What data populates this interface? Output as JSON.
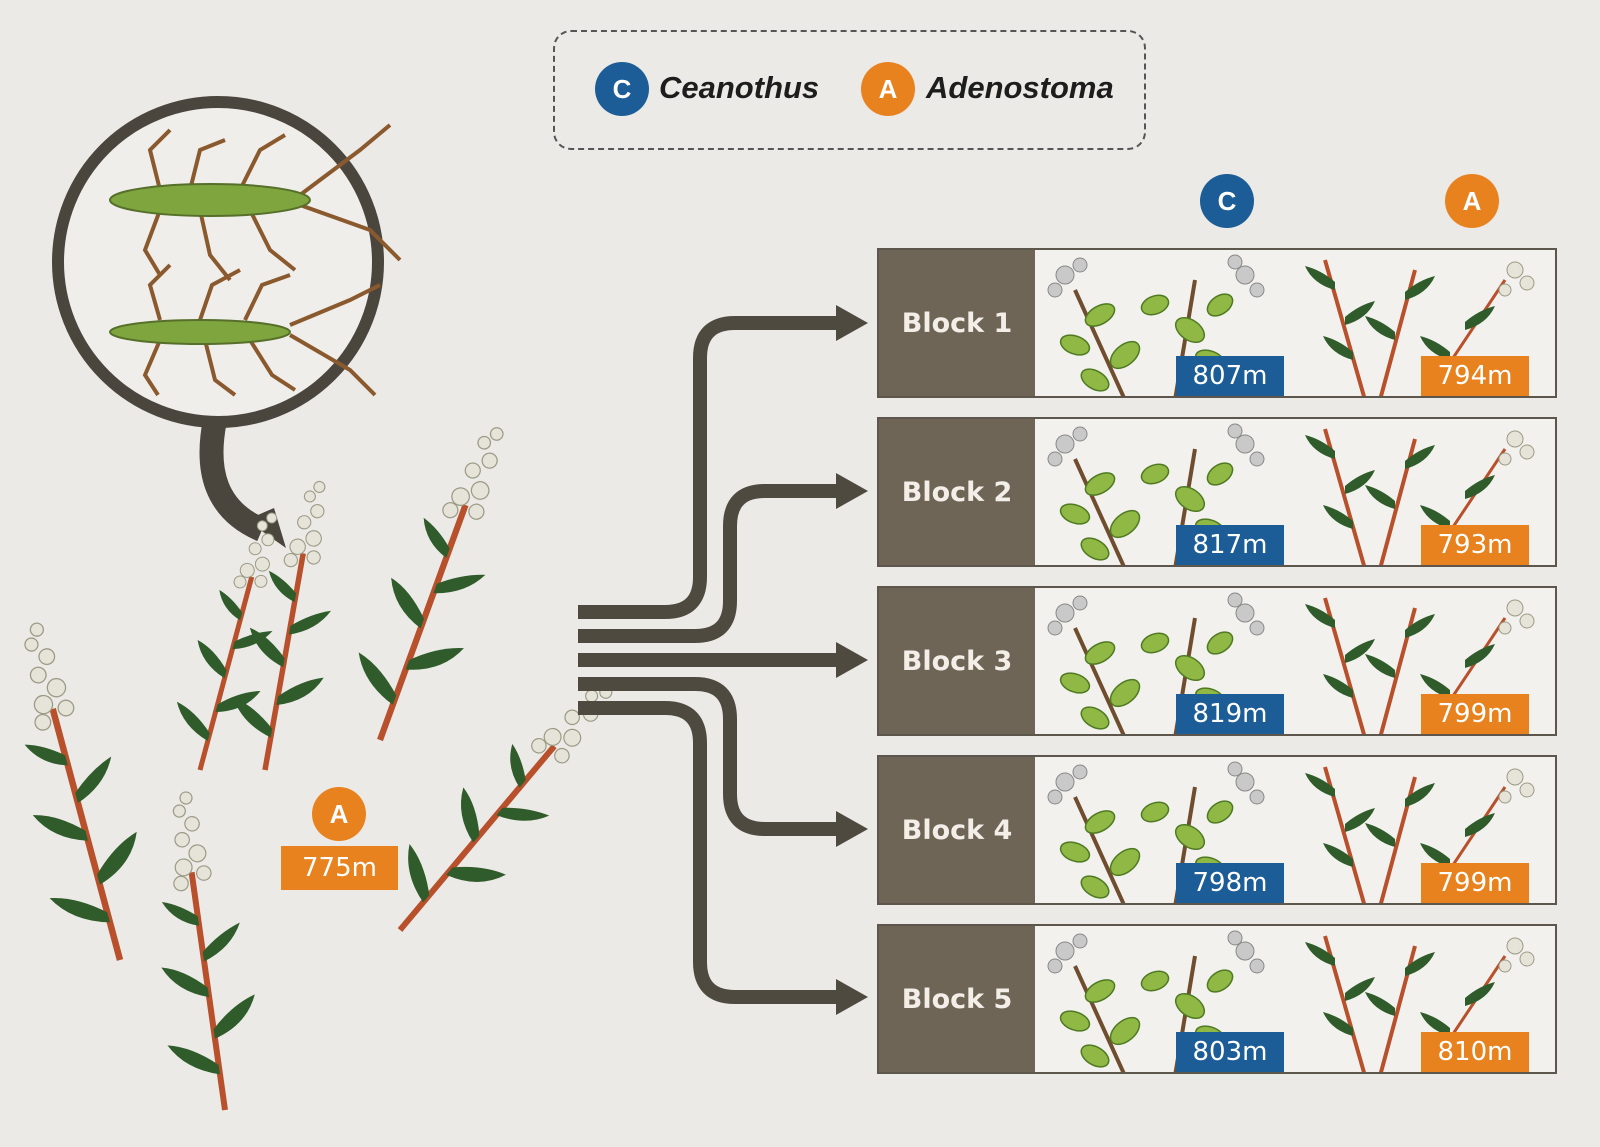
{
  "legend": {
    "ceanothus": {
      "letter": "C",
      "name": "Ceanothus",
      "color": "#1d5d97"
    },
    "adenostoma": {
      "letter": "A",
      "name": "Adenostoma",
      "color": "#e8821e"
    }
  },
  "source": {
    "letter": "A",
    "elevation": "775m"
  },
  "columns": {
    "c": "C",
    "a": "A"
  },
  "blocks": [
    {
      "label": "Block 1",
      "ceanothus": "807m",
      "adenostoma": "794m"
    },
    {
      "label": "Block 2",
      "ceanothus": "817m",
      "adenostoma": "793m"
    },
    {
      "label": "Block 3",
      "ceanothus": "819m",
      "adenostoma": "799m"
    },
    {
      "label": "Block 4",
      "ceanothus": "798m",
      "adenostoma": "799m"
    },
    {
      "label": "Block 5",
      "ceanothus": "803m",
      "adenostoma": "810m"
    }
  ]
}
